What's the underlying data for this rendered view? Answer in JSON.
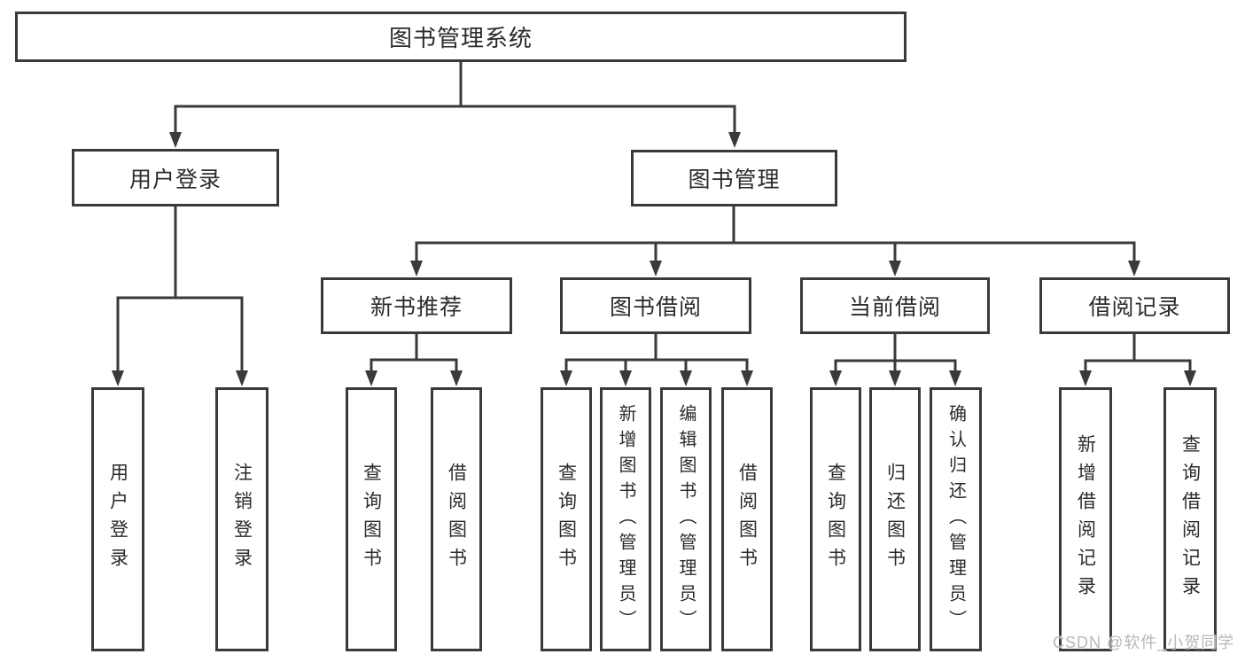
{
  "tree": {
    "label": "图书管理系统",
    "children": [
      {
        "label": "用户登录",
        "children": [
          {
            "label": "用户登录"
          },
          {
            "label": "注销登录"
          }
        ]
      },
      {
        "label": "图书管理",
        "children": [
          {
            "label": "新书推荐",
            "children": [
              {
                "label": "查询图书"
              },
              {
                "label": "借阅图书"
              }
            ]
          },
          {
            "label": "图书借阅",
            "children": [
              {
                "label": "查询图书"
              },
              {
                "label": "新增图书（管理员）"
              },
              {
                "label": "编辑图书（管理员）"
              },
              {
                "label": "借阅图书"
              }
            ]
          },
          {
            "label": "当前借阅",
            "children": [
              {
                "label": "查询图书"
              },
              {
                "label": "归还图书"
              },
              {
                "label": "确认归还（管理员）"
              }
            ]
          },
          {
            "label": "借阅记录",
            "children": [
              {
                "label": "新增借阅记录"
              },
              {
                "label": "查询借阅记录"
              }
            ]
          }
        ]
      }
    ]
  },
  "watermark": {
    "text": "CSDN @软件_小贺同学"
  },
  "colors": {
    "line": "#3a3a3a",
    "box_border": "#3a3a3a",
    "box_fill": "#ffffff",
    "text": "#2b2b2b",
    "watermark": "#b8b8b8",
    "background": "#ffffff"
  }
}
